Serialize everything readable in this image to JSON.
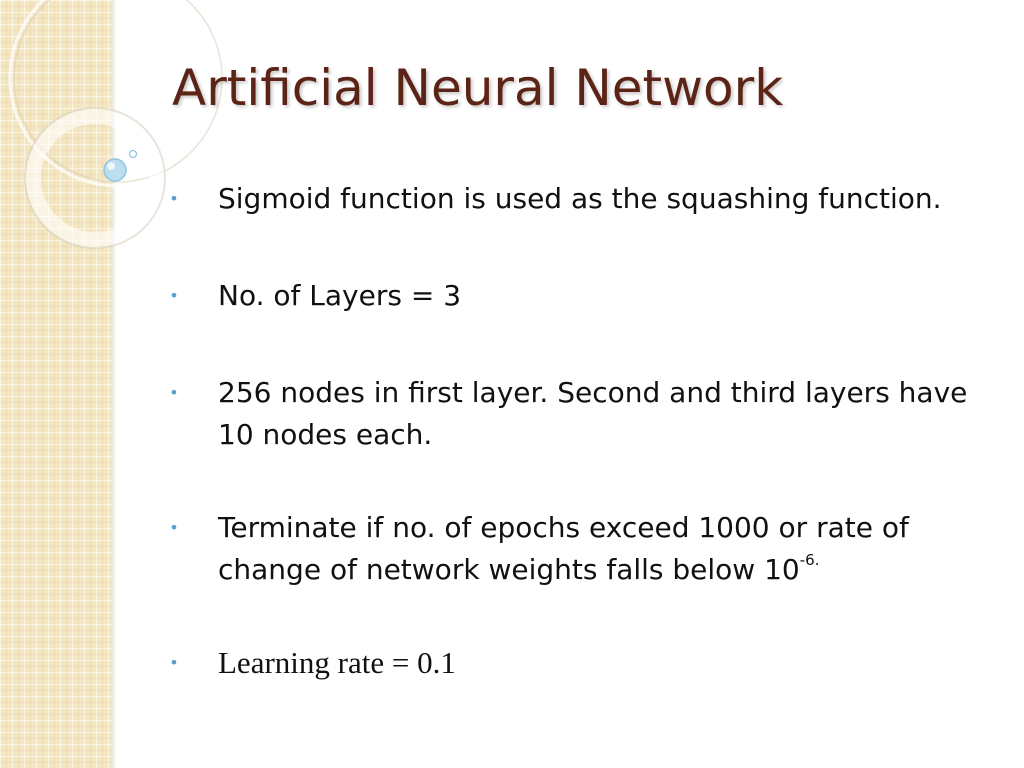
{
  "slide": {
    "title": "Artificial Neural Network",
    "bullets": [
      {
        "text": "Sigmoid function is used as the squashing function."
      },
      {
        "text": "No. of Layers = 3"
      },
      {
        "text": "256 nodes in first layer. Second and third layers have 10 nodes each."
      },
      {
        "text": "Terminate if no. of epochs exceed 1000 or rate of change of network weights falls below 10",
        "superscript": "-6."
      },
      {
        "text": "Learning rate = 0.1"
      }
    ]
  },
  "colors": {
    "title": "#5c2417",
    "bullet": "#5aa0c8",
    "side_panel": "#f4e6c1",
    "body_text": "#111111"
  },
  "icons": {
    "bullet": "small-round-bullet-icon",
    "decoration": "concentric-ring-decoration-icon"
  }
}
